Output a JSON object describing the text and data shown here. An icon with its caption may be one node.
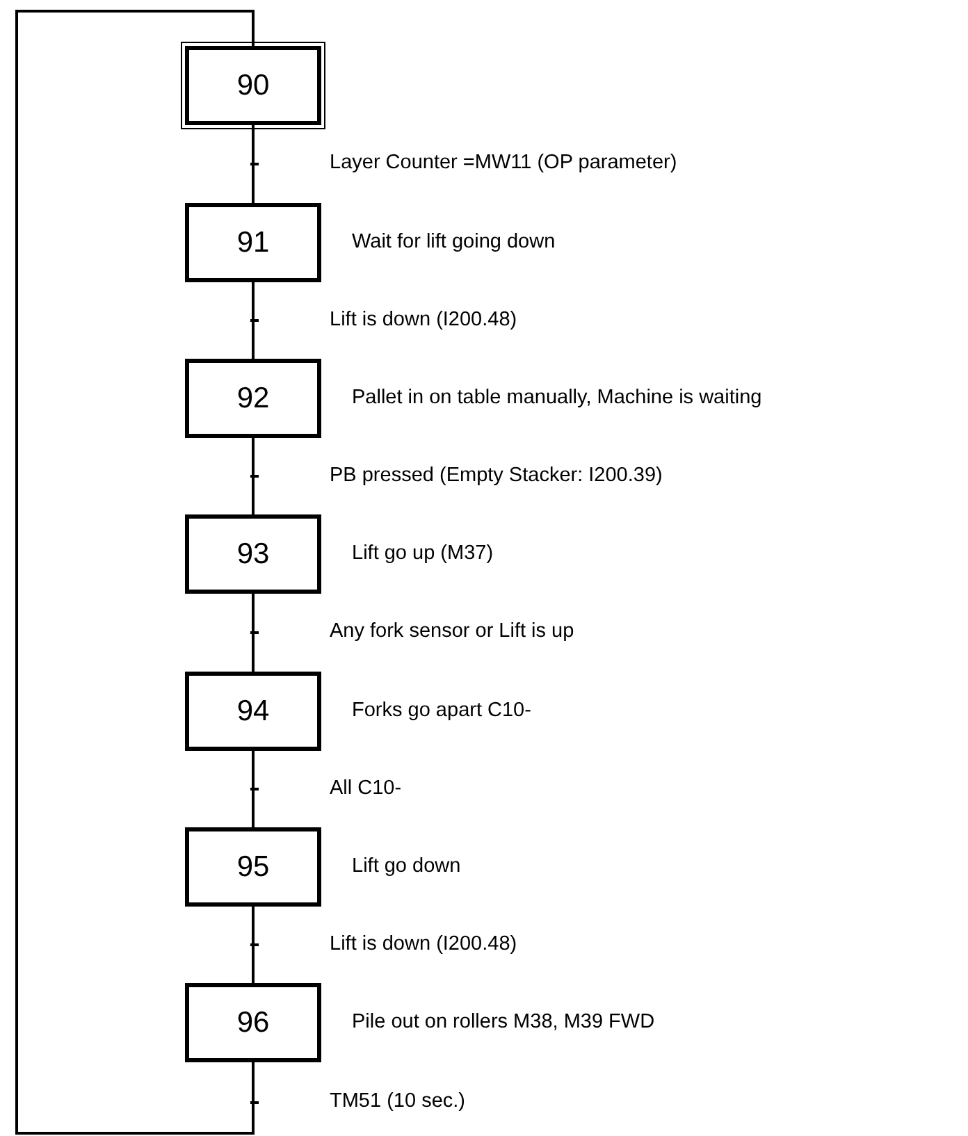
{
  "diagram": {
    "nodes": [
      {
        "text": [
          "90"
        ]
      },
      {
        "text": [
          "91"
        ],
        "beside": [
          "Wait for lift going down"
        ]
      },
      {
        "text": [
          "92"
        ],
        "beside": [
          "Pallet in on table manually, Machine is waiting"
        ]
      },
      {
        "text": [
          "93"
        ],
        "beside": [
          "Lift go up (M37)"
        ]
      },
      {
        "text": [
          "94"
        ],
        "beside": [
          "Forks go apart C10-"
        ]
      },
      {
        "text": [
          "95"
        ],
        "beside": [
          "Lift go down"
        ]
      },
      {
        "text": [
          "96"
        ],
        "beside": [
          "Pile out on rollers M38, M39 FWD"
        ]
      }
    ],
    "edges": [
      {
        "from": 0,
        "to": 1,
        "arrow": "none",
        "label": "Layer Counter =MW11 (OP parameter)"
      },
      {
        "from": 1,
        "to": 2,
        "arrow": "none",
        "label": "Lift is down (I200.48)"
      },
      {
        "from": 2,
        "to": 3,
        "arrow": "none",
        "label": "PB pressed (Empty Stacker: I200.39)"
      },
      {
        "from": 3,
        "to": 4,
        "arrow": "none",
        "label": "Any fork sensor or Lift is up"
      },
      {
        "from": 4,
        "to": 5,
        "arrow": "none",
        "label": "All C10-"
      },
      {
        "from": 5,
        "to": 6,
        "arrow": "none",
        "label": "Lift is down (I200.48)"
      },
      {
        "from": 6,
        "to": 0,
        "arrow": "none",
        "label": "TM51  (10 sec.)"
      }
    ]
  }
}
